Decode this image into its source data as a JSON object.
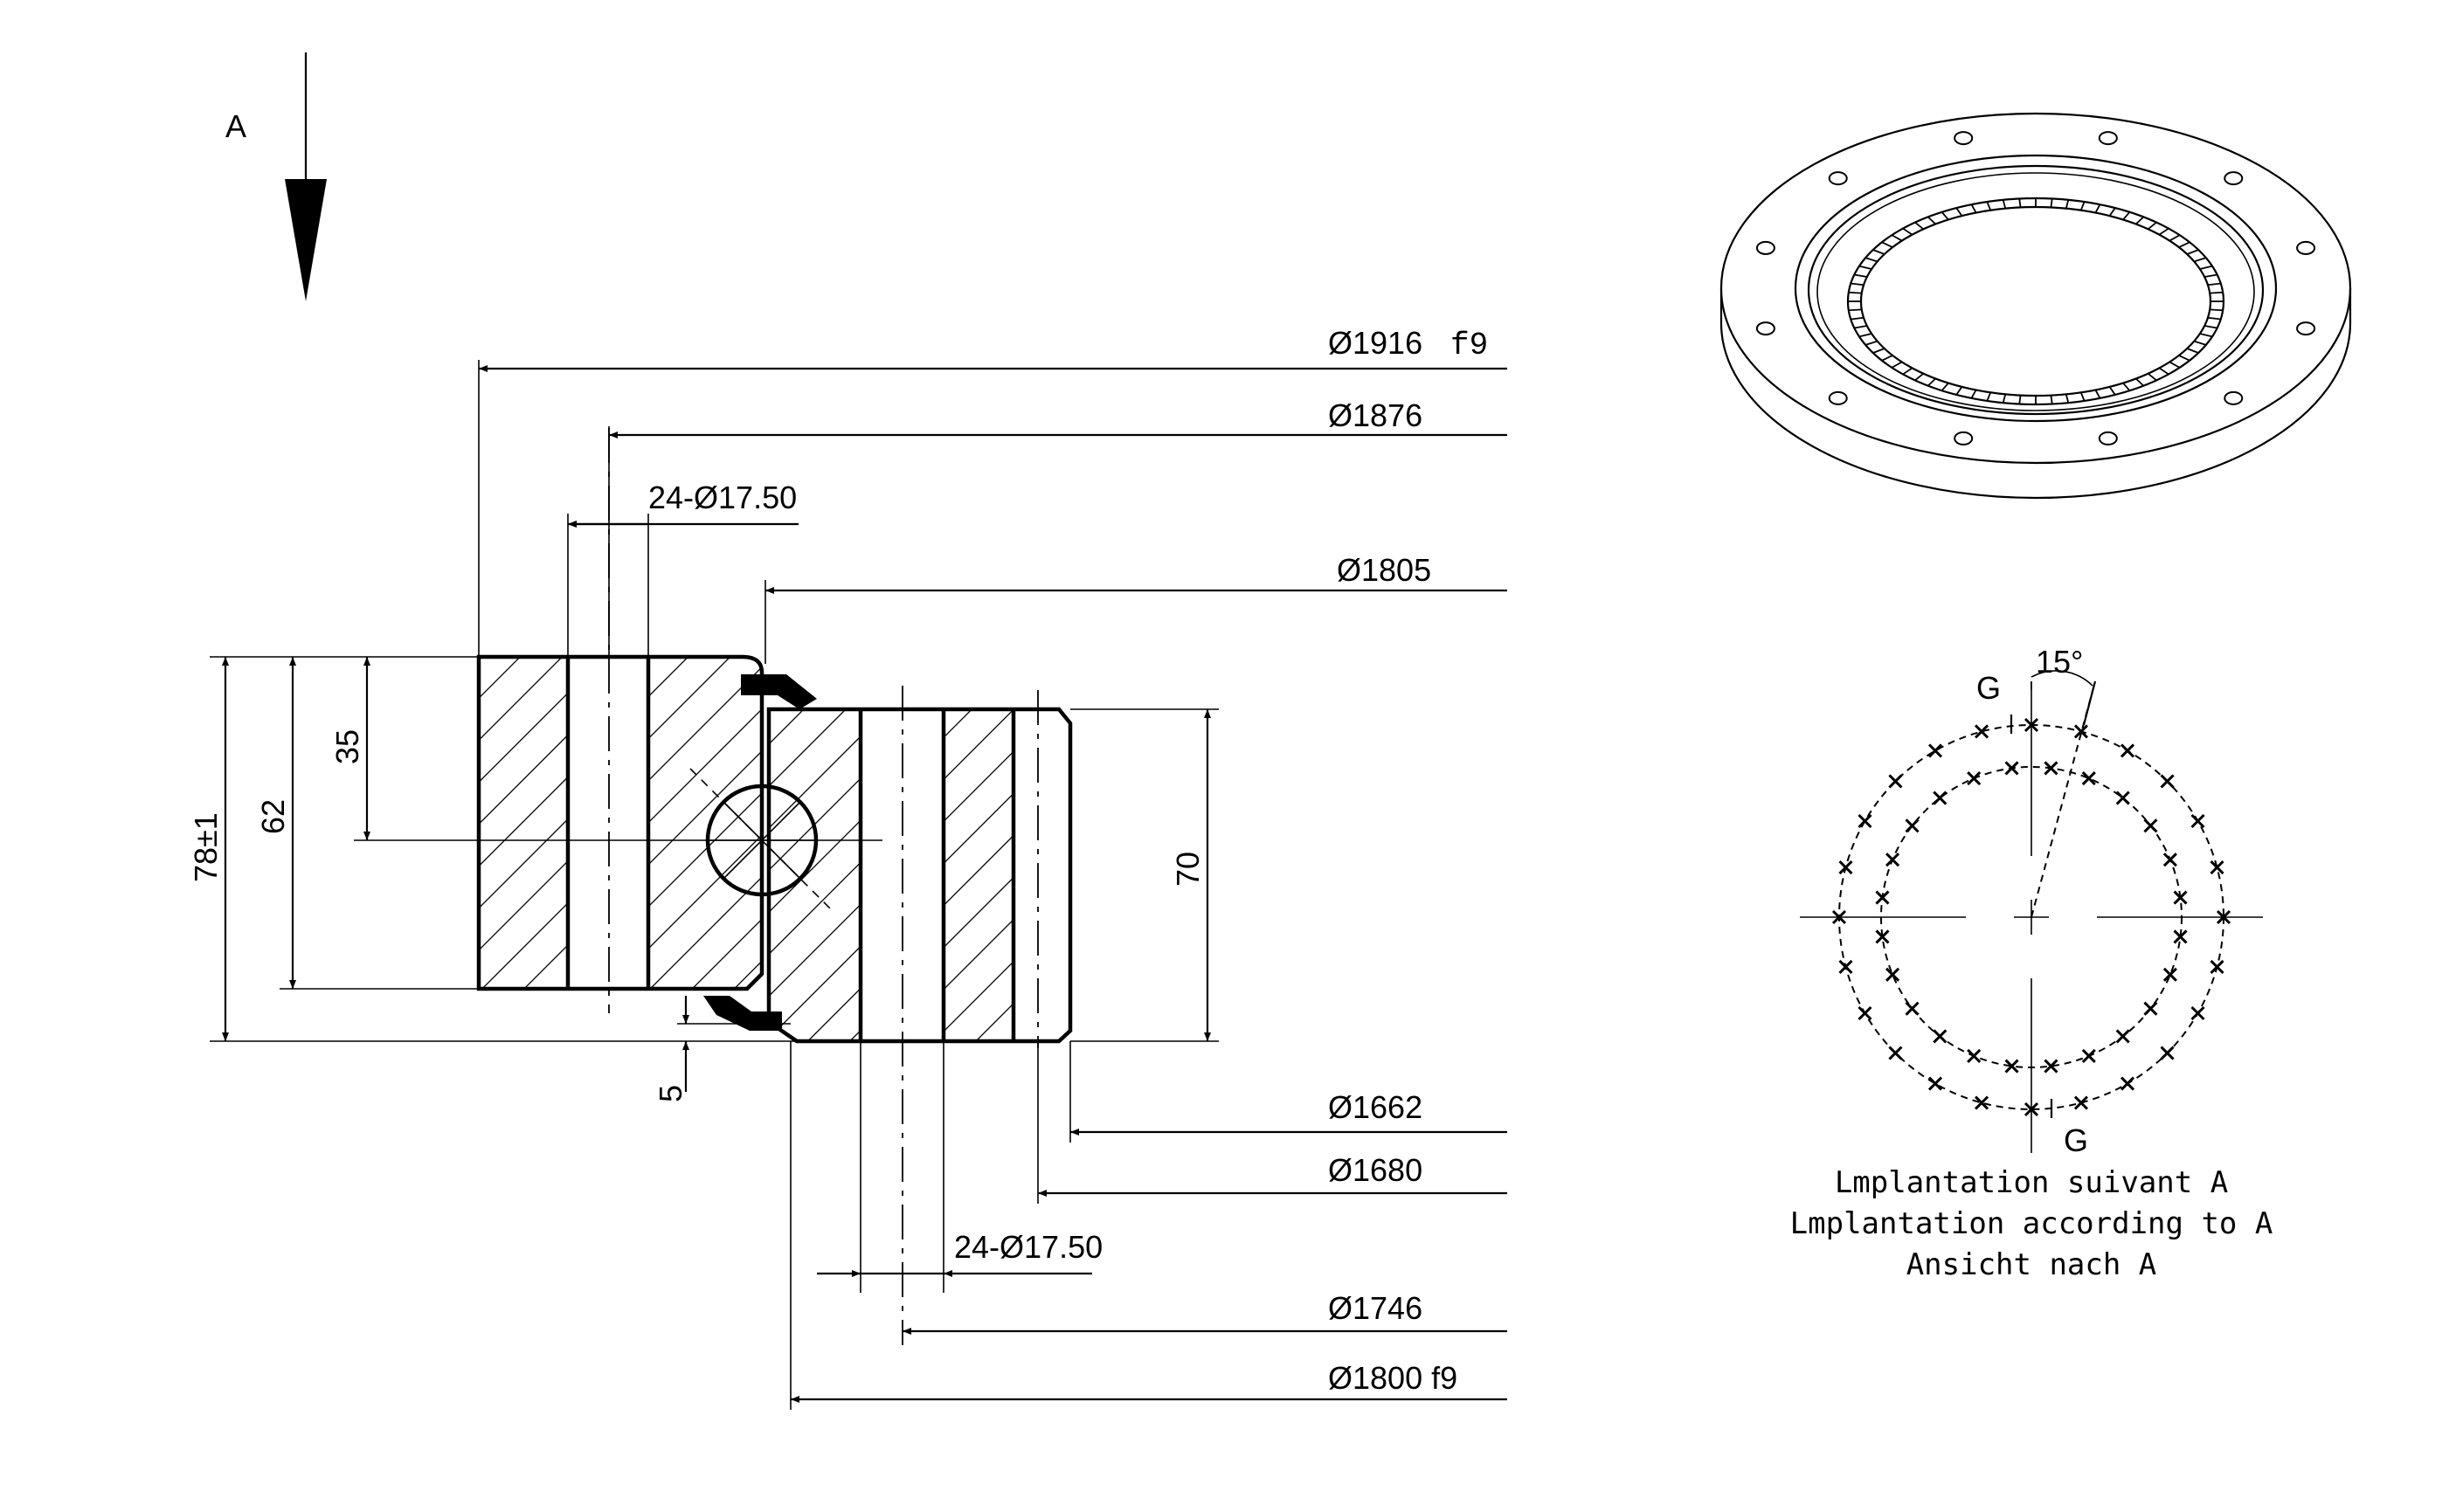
{
  "view_marker": "A",
  "dims": {
    "d1916": "Ø1916",
    "d1916_tol": "f9",
    "d1876": "Ø1876",
    "holes_top": "24-Ø17.50",
    "d1805": "Ø1805",
    "d1662": "Ø1662",
    "d1680": "Ø1680",
    "holes_bottom": "24-Ø17.50",
    "d1746": "Ø1746",
    "d1800": "Ø1800 f9",
    "h78": "78±1",
    "h62": "62",
    "h35": "35",
    "h70": "70",
    "h5": "5"
  },
  "layout_view": {
    "angle": "15°",
    "section_top": "G",
    "section_bottom": "G",
    "caption_fr": "Lmplantation suivant A",
    "caption_en": "Lmplantation according to A",
    "caption_de": "Ansicht nach A"
  }
}
